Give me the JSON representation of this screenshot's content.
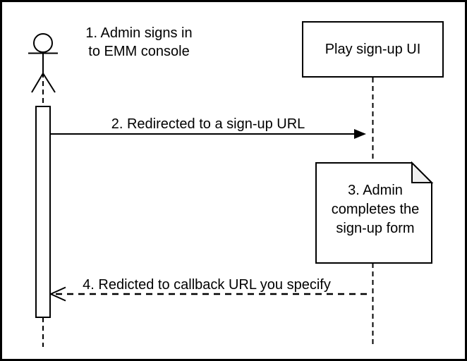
{
  "diagram": {
    "type": "sequence-diagram",
    "colors": {
      "line": "#000000",
      "background": "#ffffff",
      "note_fill": "#ffffff",
      "note_fold": "#f0f0f0"
    },
    "participants": {
      "admin_actor": "Admin (actor)",
      "play_signup_ui": "Play sign-up UI"
    },
    "messages": {
      "step1": "1. Admin signs in\nto EMM console",
      "step2": "2. Redirected to a sign-up URL",
      "step3": "3. Admin\ncompletes the\nsign-up form",
      "step4": "4. Redicted to callback URL you specify"
    }
  }
}
